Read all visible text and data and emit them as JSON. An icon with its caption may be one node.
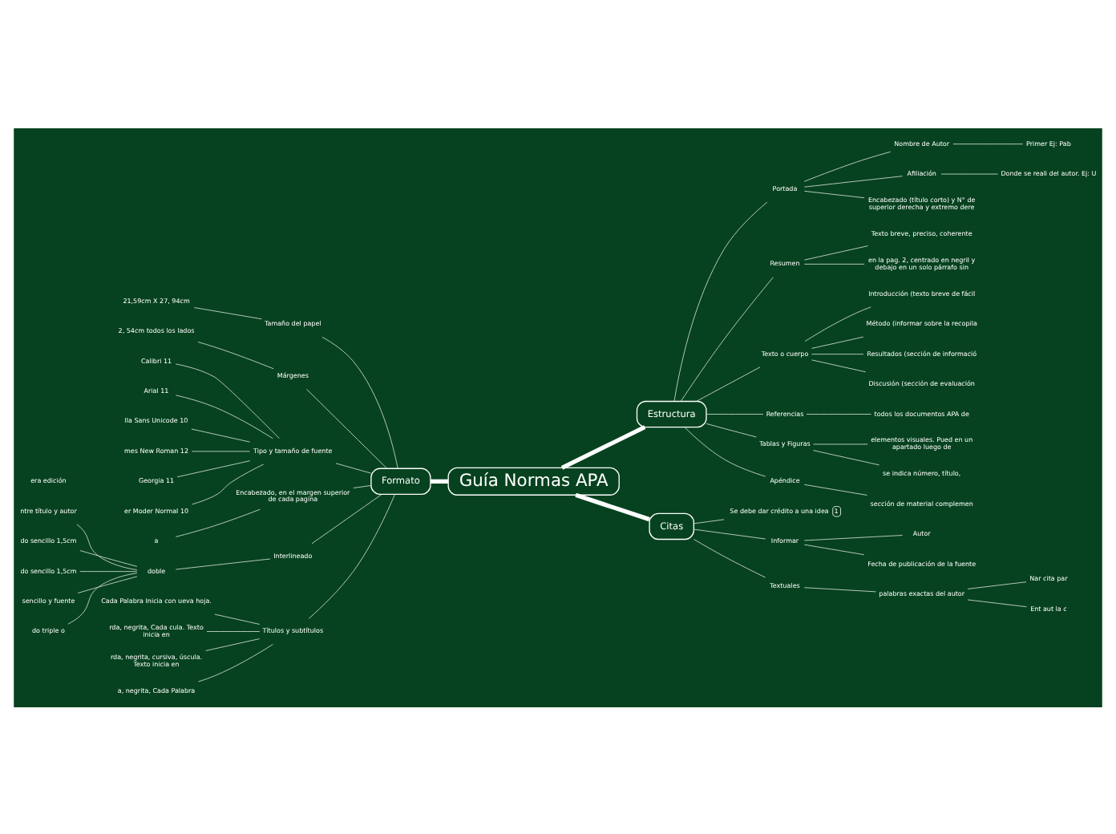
{
  "diagram": {
    "nodes": [
      {
        "text": [
          "Guía Normas APA"
        ]
      },
      {
        "text": [
          "Formato"
        ]
      },
      {
        "text": [
          "Tamaño del papel"
        ]
      },
      {
        "text": [
          "21,59cm X 27, 94cm"
        ]
      },
      {
        "text": [
          "Márgenes"
        ]
      },
      {
        "text": [
          "2, 54cm todos los lados"
        ]
      },
      {
        "text": [
          "Tipo y tamaño de fuente"
        ]
      },
      {
        "text": [
          "Calibri 11"
        ]
      },
      {
        "text": [
          "Arial 11"
        ]
      },
      {
        "text": [
          "lla Sans Unicode 10"
        ]
      },
      {
        "text": [
          "mes New Roman 12"
        ]
      },
      {
        "text": [
          "Georgia 11"
        ]
      },
      {
        "text": [
          "er Moder Normal 10"
        ]
      },
      {
        "text": [
          "Encabezado, en el margen superior de cada pagina"
        ]
      },
      {
        "text": [
          "a"
        ]
      },
      {
        "text": [
          "Interlineado"
        ]
      },
      {
        "text": [
          "doble"
        ]
      },
      {
        "text": [
          "ntre título y autor"
        ]
      },
      {
        "text": [
          "do sencillo 1,5cm"
        ]
      },
      {
        "text": [
          "do sencillo 1,5cm"
        ]
      },
      {
        "text": [
          "sencillo y fuente"
        ]
      },
      {
        "text": [
          "do triple o"
        ]
      },
      {
        "text": [
          "Títulos y subtítulos"
        ]
      },
      {
        "text": [
          "Cada Palabra Inicia con ueva hoja."
        ]
      },
      {
        "text": [
          "rda, negrita, Cada cula. Texto inicia en"
        ]
      },
      {
        "text": [
          "rda, negrita, cursiva, úscula. Texto inicia en"
        ]
      },
      {
        "text": [
          "a, negrita, Cada Palabra"
        ]
      },
      {
        "text": [
          "era edición"
        ]
      },
      {
        "text": [
          "Estructura"
        ]
      },
      {
        "text": [
          "Portada"
        ]
      },
      {
        "text": [
          "Nombre de Autor"
        ]
      },
      {
        "text": [
          "Primer Ej: Pab"
        ]
      },
      {
        "text": [
          "Afiliación"
        ]
      },
      {
        "text": [
          "Donde se reali del autor. Ej: U"
        ]
      },
      {
        "text": [
          "Encabezado (título corto) y N° de superior derecha y extremo dere"
        ]
      },
      {
        "text": [
          "Resumen"
        ]
      },
      {
        "text": [
          "Texto breve, preciso, coherente"
        ]
      },
      {
        "text": [
          "en la pag. 2, centrado en negril y debajo en un solo párrafo sin"
        ]
      },
      {
        "text": [
          "Texto o cuerpo"
        ]
      },
      {
        "text": [
          "Introducción (texto breve de fácil"
        ]
      },
      {
        "text": [
          "Método (informar sobre la recopila"
        ]
      },
      {
        "text": [
          "Resultados (sección de informació"
        ]
      },
      {
        "text": [
          "Discusión (sección de evaluación"
        ]
      },
      {
        "text": [
          "Referencias"
        ]
      },
      {
        "text": [
          "todos los documentos APA de"
        ]
      },
      {
        "text": [
          "Tablas y Figuras"
        ]
      },
      {
        "text": [
          "elementos visuales. Pued en un apartado luego de"
        ]
      },
      {
        "text": [
          "se indica número, título,"
        ]
      },
      {
        "text": [
          "Apéndice"
        ]
      },
      {
        "text": [
          "sección de material complemen"
        ]
      },
      {
        "text": [
          "Citas"
        ]
      },
      {
        "text": [
          "Se debe dar crédito a una idea",
          "1"
        ]
      },
      {
        "text": [
          "Informar"
        ]
      },
      {
        "text": [
          "Autor"
        ]
      },
      {
        "text": [
          "Fecha de publicación de la fuente"
        ]
      },
      {
        "text": [
          "Textuales"
        ]
      },
      {
        "text": [
          "palabras exactas del autor"
        ]
      },
      {
        "text": [
          "Nar cita par"
        ]
      },
      {
        "text": [
          "Ent aut la c"
        ]
      }
    ],
    "edges": [
      {
        "from": 0,
        "to": 1,
        "arrow": "none",
        "style": "thick"
      },
      {
        "from": 0,
        "to": 28,
        "arrow": "none",
        "style": "thick"
      },
      {
        "from": 0,
        "to": 50,
        "arrow": "none",
        "style": "thick"
      },
      {
        "from": 1,
        "to": 2,
        "arrow": "none"
      },
      {
        "from": 2,
        "to": 3,
        "arrow": "none"
      },
      {
        "from": 1,
        "to": 4,
        "arrow": "none"
      },
      {
        "from": 4,
        "to": 5,
        "arrow": "none"
      },
      {
        "from": 1,
        "to": 6,
        "arrow": "none"
      },
      {
        "from": 6,
        "to": 7,
        "arrow": "none"
      },
      {
        "from": 6,
        "to": 8,
        "arrow": "none"
      },
      {
        "from": 6,
        "to": 9,
        "arrow": "none"
      },
      {
        "from": 6,
        "to": 10,
        "arrow": "none"
      },
      {
        "from": 6,
        "to": 11,
        "arrow": "none"
      },
      {
        "from": 6,
        "to": 12,
        "arrow": "none"
      },
      {
        "from": 1,
        "to": 13,
        "arrow": "none"
      },
      {
        "from": 13,
        "to": 14,
        "arrow": "none"
      },
      {
        "from": 1,
        "to": 15,
        "arrow": "none"
      },
      {
        "from": 15,
        "to": 16,
        "arrow": "none"
      },
      {
        "from": 16,
        "to": 17,
        "arrow": "none"
      },
      {
        "from": 16,
        "to": 18,
        "arrow": "none"
      },
      {
        "from": 16,
        "to": 19,
        "arrow": "none"
      },
      {
        "from": 16,
        "to": 20,
        "arrow": "none"
      },
      {
        "from": 16,
        "to": 21,
        "arrow": "none"
      },
      {
        "from": 1,
        "to": 22,
        "arrow": "none"
      },
      {
        "from": 22,
        "to": 23,
        "arrow": "none"
      },
      {
        "from": 22,
        "to": 24,
        "arrow": "none"
      },
      {
        "from": 22,
        "to": 25,
        "arrow": "none"
      },
      {
        "from": 22,
        "to": 26,
        "arrow": "none"
      },
      {
        "from": 28,
        "to": 29,
        "arrow": "none"
      },
      {
        "from": 29,
        "to": 30,
        "arrow": "none"
      },
      {
        "from": 30,
        "to": 31,
        "arrow": "none"
      },
      {
        "from": 29,
        "to": 32,
        "arrow": "none"
      },
      {
        "from": 32,
        "to": 33,
        "arrow": "none"
      },
      {
        "from": 29,
        "to": 34,
        "arrow": "none"
      },
      {
        "from": 28,
        "to": 35,
        "arrow": "none"
      },
      {
        "from": 35,
        "to": 36,
        "arrow": "none"
      },
      {
        "from": 35,
        "to": 37,
        "arrow": "none"
      },
      {
        "from": 28,
        "to": 38,
        "arrow": "none"
      },
      {
        "from": 38,
        "to": 39,
        "arrow": "none"
      },
      {
        "from": 38,
        "to": 40,
        "arrow": "none"
      },
      {
        "from": 38,
        "to": 41,
        "arrow": "none"
      },
      {
        "from": 38,
        "to": 42,
        "arrow": "none"
      },
      {
        "from": 28,
        "to": 43,
        "arrow": "none"
      },
      {
        "from": 43,
        "to": 44,
        "arrow": "none"
      },
      {
        "from": 28,
        "to": 45,
        "arrow": "none"
      },
      {
        "from": 45,
        "to": 46,
        "arrow": "none"
      },
      {
        "from": 45,
        "to": 47,
        "arrow": "none"
      },
      {
        "from": 28,
        "to": 48,
        "arrow": "none"
      },
      {
        "from": 48,
        "to": 49,
        "arrow": "none"
      },
      {
        "from": 50,
        "to": 51,
        "arrow": "none"
      },
      {
        "from": 50,
        "to": 52,
        "arrow": "none"
      },
      {
        "from": 52,
        "to": 53,
        "arrow": "none"
      },
      {
        "from": 52,
        "to": 54,
        "arrow": "none"
      },
      {
        "from": 50,
        "to": 55,
        "arrow": "none"
      },
      {
        "from": 55,
        "to": 56,
        "arrow": "none"
      },
      {
        "from": 56,
        "to": 57,
        "arrow": "none"
      },
      {
        "from": 56,
        "to": 58,
        "arrow": "none"
      }
    ]
  }
}
